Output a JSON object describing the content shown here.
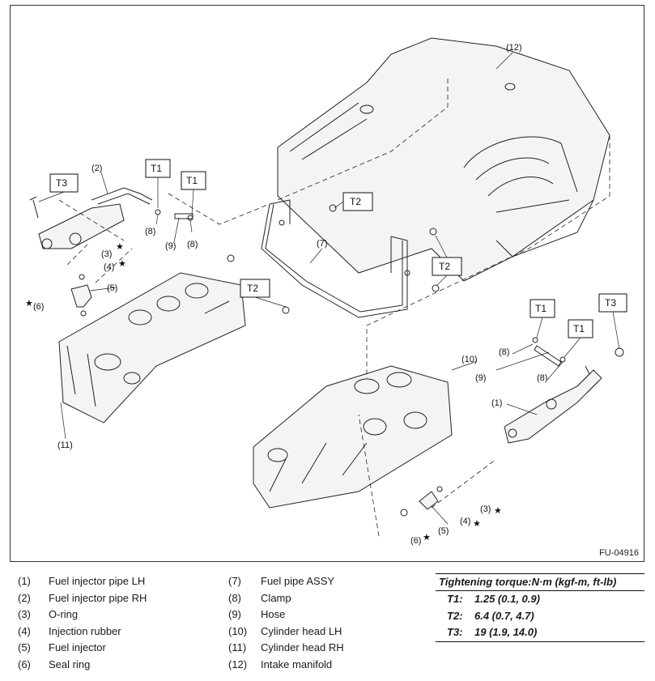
{
  "diagram": {
    "code": "FU-04916",
    "callouts": {
      "p1": "(1)",
      "p2": "(2)",
      "p3": "(3)",
      "p4": "(4)",
      "p5": "(5)",
      "p6": "(6)",
      "p7": "(7)",
      "p8": "(8)",
      "p9": "(9)",
      "p10": "(10)",
      "p11": "(11)",
      "p12": "(12)"
    },
    "star": "★",
    "torque_tags": {
      "t1": "T1",
      "t2": "T2",
      "t3": "T3"
    }
  },
  "legend": {
    "col_a": [
      {
        "num": "(1)",
        "name": "Fuel injector pipe LH"
      },
      {
        "num": "(2)",
        "name": "Fuel injector pipe RH"
      },
      {
        "num": "(3)",
        "name": "O-ring"
      },
      {
        "num": "(4)",
        "name": "Injection rubber"
      },
      {
        "num": "(5)",
        "name": "Fuel injector"
      },
      {
        "num": "(6)",
        "name": "Seal ring"
      }
    ],
    "col_b": [
      {
        "num": "(7)",
        "name": "Fuel pipe ASSY"
      },
      {
        "num": "(8)",
        "name": "Clamp"
      },
      {
        "num": "(9)",
        "name": "Hose"
      },
      {
        "num": "(10)",
        "name": "Cylinder head LH"
      },
      {
        "num": "(11)",
        "name": "Cylinder head RH"
      },
      {
        "num": "(12)",
        "name": "Intake manifold"
      }
    ]
  },
  "torque": {
    "header": "Tightening torque:N·m (kgf-m, ft-lb)",
    "rows": [
      {
        "key": "T1:",
        "value": "1.25 (0.1, 0.9)"
      },
      {
        "key": "T2:",
        "value": "6.4 (0.7, 4.7)"
      },
      {
        "key": "T3:",
        "value": "19 (1.9, 14.0)"
      }
    ]
  }
}
